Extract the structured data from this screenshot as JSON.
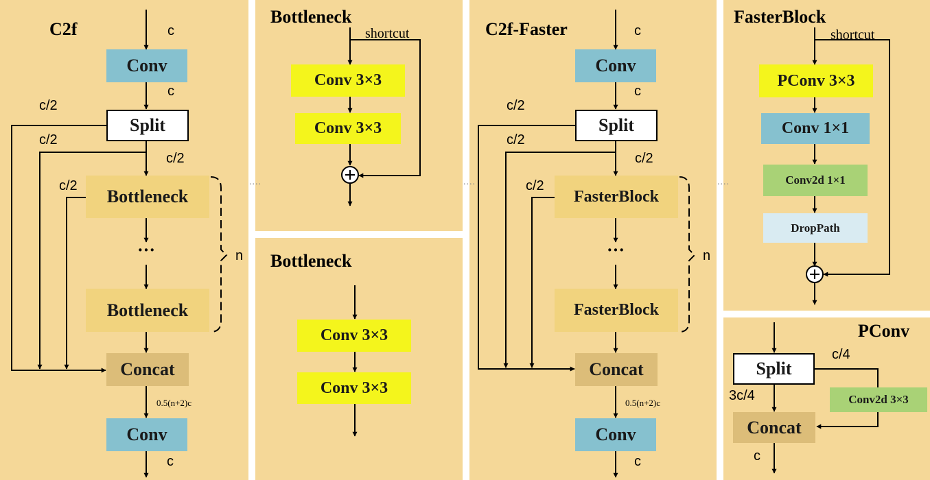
{
  "c2f": {
    "title": "C2f",
    "conv1": "Conv",
    "split": "Split",
    "bottleneck1": "Bottleneck",
    "bottleneck2": "Bottleneck",
    "concat": "Concat",
    "conv2": "Conv",
    "lbl_c_in": "c",
    "lbl_c_mid": "c",
    "lbl_c2_1": "c/2",
    "lbl_c2_2": "c/2",
    "lbl_c2_3": "c/2",
    "lbl_c2_4": "c/2",
    "lbl_n": "n",
    "lbl_ratio": "0.5(n+2)c",
    "lbl_c_out": "c",
    "dots": "···"
  },
  "bottleneck_a": {
    "title": "Bottleneck",
    "shortcut": "shortcut",
    "conv1": "Conv 3×3",
    "conv2": "Conv 3×3"
  },
  "bottleneck_b": {
    "title": "Bottleneck",
    "conv1": "Conv 3×3",
    "conv2": "Conv 3×3"
  },
  "c2f_faster": {
    "title": "C2f-Faster",
    "conv1": "Conv",
    "split": "Split",
    "block1": "FasterBlock",
    "block2": "FasterBlock",
    "concat": "Concat",
    "conv2": "Conv",
    "lbl_c_in": "c",
    "lbl_c_mid": "c",
    "lbl_c2_1": "c/2",
    "lbl_c2_2": "c/2",
    "lbl_c2_3": "c/2",
    "lbl_c2_4": "c/2",
    "lbl_n": "n",
    "lbl_ratio": "0.5(n+2)c",
    "lbl_c_out": "c",
    "dots": "···"
  },
  "faster_block": {
    "title": "FasterBlock",
    "shortcut": "shortcut",
    "pconv": "PConv 3×3",
    "conv": "Conv 1×1",
    "conv2d": "Conv2d 1×1",
    "droppath": "DropPath"
  },
  "pconv": {
    "title": "PConv",
    "split": "Split",
    "conv2d": "Conv2d 3×3",
    "concat": "Concat",
    "lbl_c4": "c/4",
    "lbl_3c4": "3c/4",
    "lbl_c_out": "c"
  },
  "separator": "...."
}
